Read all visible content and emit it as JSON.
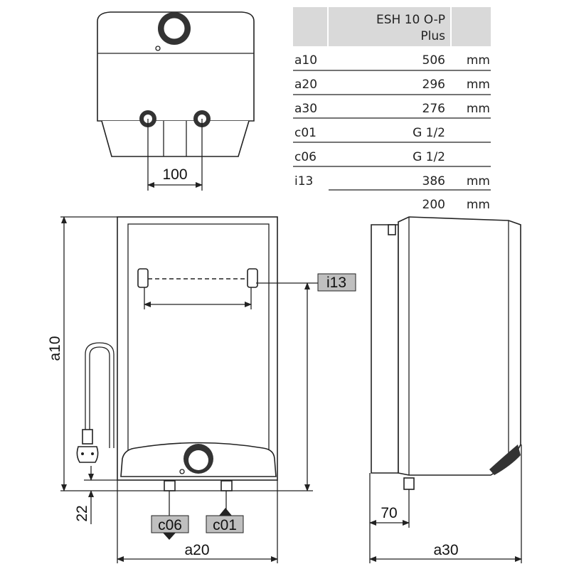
{
  "table": {
    "header": [
      "ESH 10 O-P",
      "Plus"
    ],
    "rows": [
      {
        "label": "a10",
        "value": "506",
        "unit": "mm"
      },
      {
        "label": "a20",
        "value": "296",
        "unit": "mm"
      },
      {
        "label": "a30",
        "value": "276",
        "unit": "mm"
      },
      {
        "label": "c01",
        "value": "G 1/2",
        "unit": ""
      },
      {
        "label": "c06",
        "value": "G 1/2",
        "unit": ""
      },
      {
        "label": "i13",
        "value": "386",
        "unit": "mm"
      },
      {
        "label": "",
        "value": "200",
        "unit": "mm"
      }
    ],
    "header_fill": "#d9d9d9"
  },
  "labels": {
    "top_spacing": "100",
    "height": "a10",
    "width": "a20",
    "depth": "a30",
    "mount": "i13",
    "cold_in": "c01",
    "hot_out": "c06",
    "bottom_offset": "22",
    "side_offset": "70"
  },
  "colors": {
    "label_box": "#bfbfbf"
  }
}
